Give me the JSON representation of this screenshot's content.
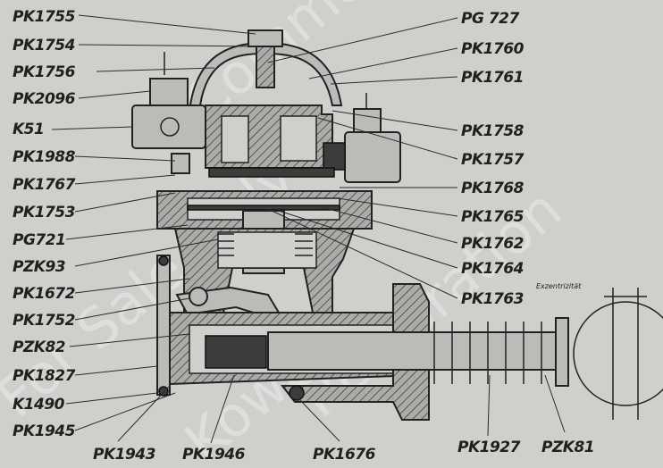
{
  "labels_left": [
    "PK1755",
    "PK1754",
    "PK1756",
    "PK2096",
    "K51",
    "PK1988",
    "PK1767",
    "PK1753",
    "PG721",
    "PZK93",
    "PK1672",
    "PK1752",
    "PZK82",
    "PK1827",
    "K1490",
    "PK1945"
  ],
  "labels_right": [
    "PG 727",
    "PK1760",
    "PK1761",
    "PK1758",
    "PK1757",
    "PK1768",
    "PK1765",
    "PK1762",
    "PK1764",
    "PK1763"
  ],
  "labels_bottom": [
    "PK1943",
    "PK1946",
    "PK1676",
    "PK1927",
    "PZK81"
  ],
  "annotation": "Exzentrizität",
  "watermark": [
    "For Sale Only",
    "Commercial",
    "Restoration",
    "Kowal"
  ],
  "colors": {
    "background": "#cdd0cb",
    "ink": "#1e211f",
    "metal": "#b9bcb7"
  }
}
